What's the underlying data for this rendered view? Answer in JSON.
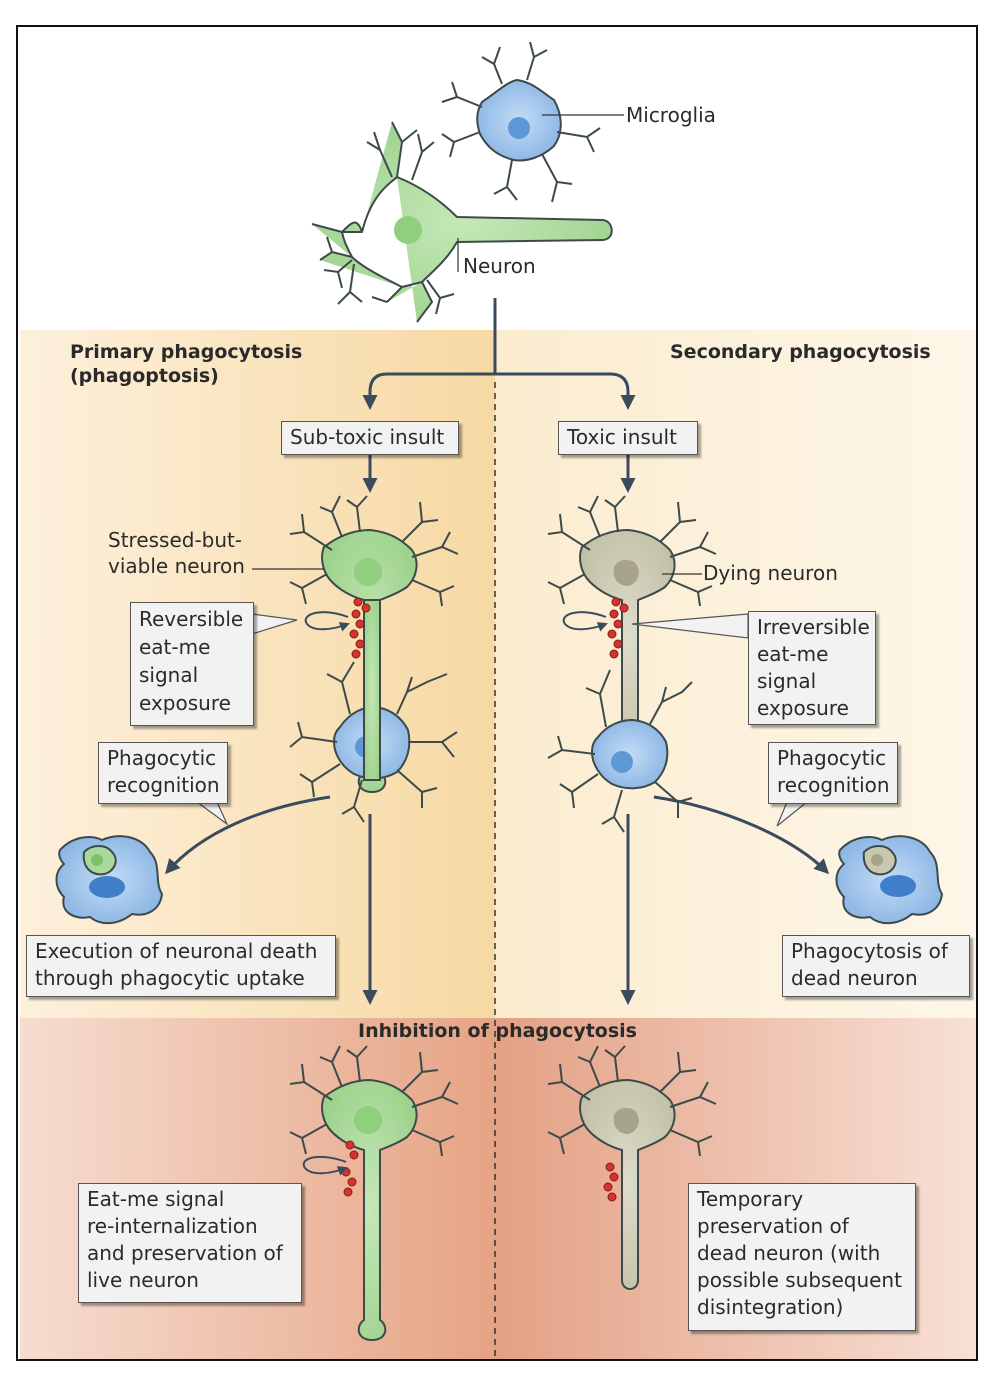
{
  "labels": {
    "microglia": "Microglia",
    "neuron": "Neuron",
    "stressed_neuron": "Stressed-but-\nviable neuron",
    "dying_neuron": "Dying neuron"
  },
  "headers": {
    "primary": "Primary phagocytosis\n(phagoptosis)",
    "secondary": "Secondary phagocytosis",
    "inhibition": "Inhibition of phagocytosis"
  },
  "boxes": {
    "subtoxic": "Sub-toxic insult",
    "toxic": "Toxic insult",
    "reversible": "Reversible\neat-me\nsignal\nexposure",
    "irreversible": "Irreversible\neat-me\nsignal\nexposure",
    "recog_left": "Phagocytic\nrecognition",
    "recog_right": "Phagocytic\nrecognition",
    "execution": "Execution of neuronal death\nthrough phagocytic uptake",
    "phago_dead": "Phagocytosis of\ndead neuron",
    "reinternalization": "Eat-me signal\nre-internalization\nand preservation of\nlive neuron",
    "temporary": "Temporary\npreservation of\ndead neuron (with\npossible subsequent\ndisintegration)"
  },
  "colors": {
    "healthy_neuron": "#a9d99a",
    "dying_neuron": "#c9c7b0",
    "microglia": "#8fb8e6",
    "eat_me_signal": "#d7322c",
    "primary_bg": "#f7dcaa",
    "inhibition_bg": "#e7a588",
    "arrow": "#3b4b5e"
  }
}
